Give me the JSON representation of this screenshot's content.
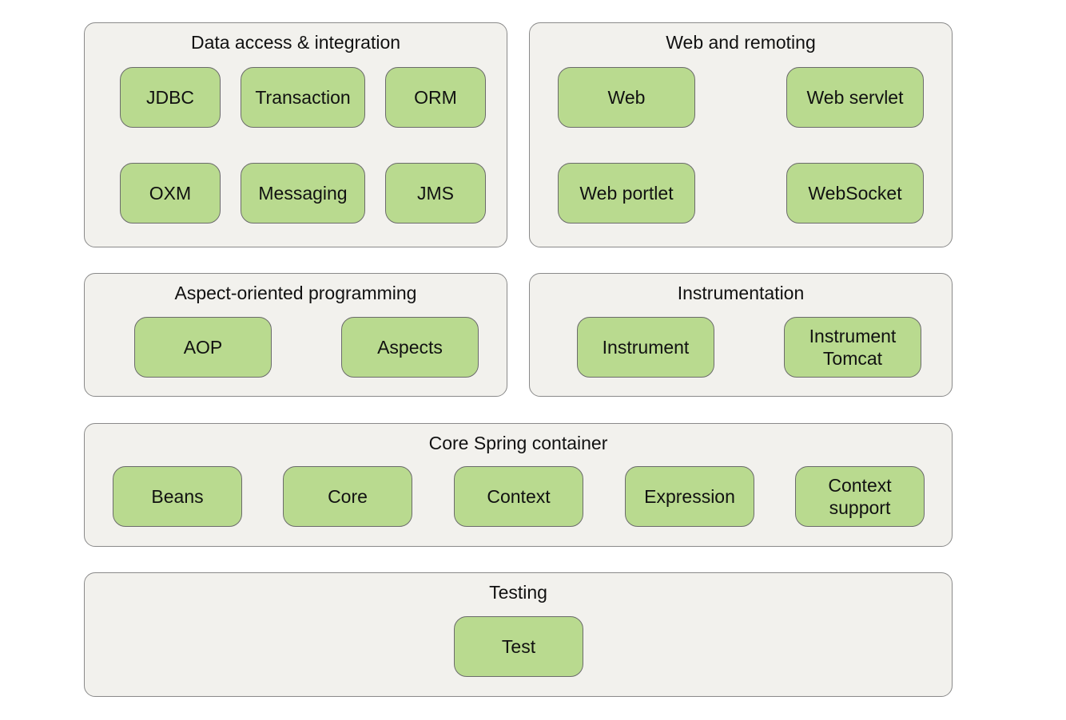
{
  "groups": {
    "data_access": {
      "title": "Data access & integration",
      "modules": [
        "JDBC",
        "Transaction",
        "ORM",
        "OXM",
        "Messaging",
        "JMS"
      ]
    },
    "web_remoting": {
      "title": "Web and remoting",
      "modules": [
        "Web",
        "Web servlet",
        "Web portlet",
        "WebSocket"
      ]
    },
    "aop": {
      "title": "Aspect-oriented programming",
      "modules": [
        "AOP",
        "Aspects"
      ]
    },
    "instrumentation": {
      "title": "Instrumentation",
      "modules": [
        "Instrument",
        "Instrument\nTomcat"
      ]
    },
    "core_container": {
      "title": "Core Spring container",
      "modules": [
        "Beans",
        "Core",
        "Context",
        "Expression",
        "Context\nsupport"
      ]
    },
    "testing": {
      "title": "Testing",
      "modules": [
        "Test"
      ]
    }
  },
  "colors": {
    "group_fill": "#f2f1ed",
    "module_fill": "#b9da8f",
    "border": "#6b6b6b"
  }
}
